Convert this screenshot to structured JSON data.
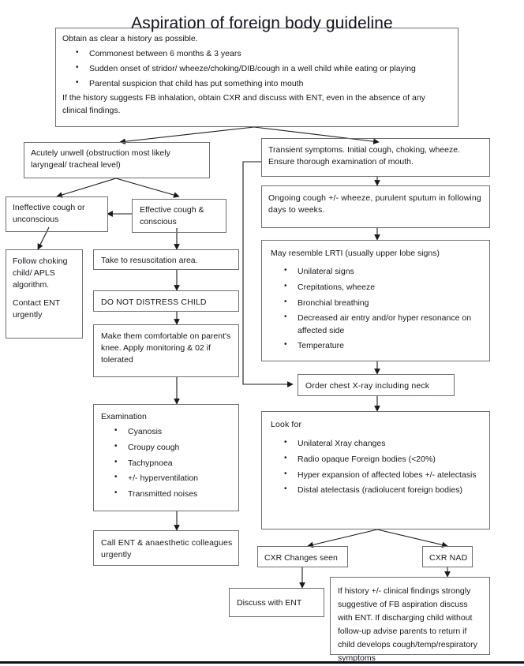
{
  "title": "Aspiration of foreign body guideline",
  "colors": {
    "box_border": "#6d6d78",
    "text": "#18181f",
    "connector": "#1a1a1a",
    "background": "#ffffff"
  },
  "nodes": {
    "history": {
      "lead": "Obtain as clear a history as possible.",
      "bullets": [
        "Commonest between 6 months & 3 years",
        "Sudden onset of stridor/ wheeze/choking/DIB/cough in a well child while eating or playing",
        "Parental suspicion that child has put something into mouth"
      ],
      "tail": "If the history suggests FB inhalation, obtain CXR and discuss with ENT, even in the absence of any clinical findings."
    },
    "acutely_unwell": "Acutely unwell   (obstruction most likely laryngeal/ tracheal level)",
    "ineffective_cough": "Ineffective cough or unconscious",
    "effective_cough": "Effective cough & conscious",
    "follow_choking": {
      "line1": "Follow choking child/ APLS algorithm.",
      "line2": "Contact ENT urgently"
    },
    "resuscitation": "Take to resuscitation area.",
    "do_not_distress": "DO NOT DISTRESS CHILD",
    "comfortable": "Make them comfortable on parent's knee. Apply monitoring & 02 if tolerated",
    "examination": {
      "lead": "Examination",
      "bullets": [
        "Cyanosis",
        "Croupy cough",
        "Tachypnoea",
        "+/- hyperventilation",
        "Transmitted noises"
      ]
    },
    "call_ent": "Call ENT & anaesthetic colleagues urgently",
    "transient": "Transient symptoms. Initial cough, choking, wheeze. Ensure thorough examination of mouth.",
    "ongoing_cough": "Ongoing cough +/- wheeze, purulent sputum in following days to weeks.",
    "lrti": {
      "lead": "May resemble LRTI (usually upper lobe signs)",
      "bullets": [
        "Unilateral signs",
        "Crepitations, wheeze",
        "Bronchial breathing",
        "Decreased air entry and/or hyper resonance on affected side",
        "Temperature"
      ]
    },
    "order_cxr": "Order chest X-ray including neck",
    "look_for": {
      "lead": "Look for",
      "bullets": [
        "Unilateral Xray changes",
        "Radio opaque Foreign bodies (<20%)",
        "Hyper expansion of affected lobes +/- atelectasis",
        "Distal atelectasis (radiolucent foreign bodies)"
      ]
    },
    "cxr_changes": "CXR Changes seen",
    "cxr_nad": "CXR NAD",
    "discuss_ent": "Discuss with ENT",
    "discharge_advice": "If history +/- clinical findings strongly suggestive of FB aspiration discuss with ENT.  If discharging child without follow-up advise parents to return if  child develops cough/temp/respiratory  symptoms"
  }
}
